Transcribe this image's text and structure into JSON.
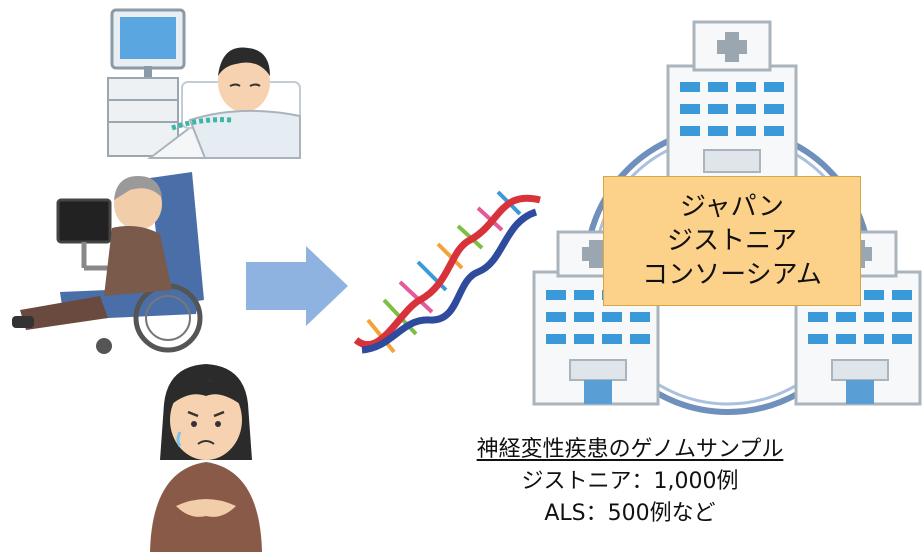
{
  "consortium": {
    "line1": "ジャパン",
    "line2": "ジストニア",
    "line3": "コンソーシアム"
  },
  "caption": {
    "title": "神経変性疾患のゲノムサンプル",
    "line1": "ジストニア：1,000例",
    "line2": "ALS：500例など"
  },
  "icons": {
    "patient_bed": "patient-in-bed-icon",
    "patient_wheelchair": "patient-in-wheelchair-icon",
    "worried_woman": "worried-woman-icon",
    "arrow": "right-arrow-icon",
    "dna": "dna-helix-icon",
    "hospitals": "hospital-building-icon"
  },
  "colors": {
    "arrow": "#8fb3e0",
    "consortium_box": "#fcd28a",
    "ring": "#6f8fbd",
    "hospital_window": "#3a9ad9"
  }
}
